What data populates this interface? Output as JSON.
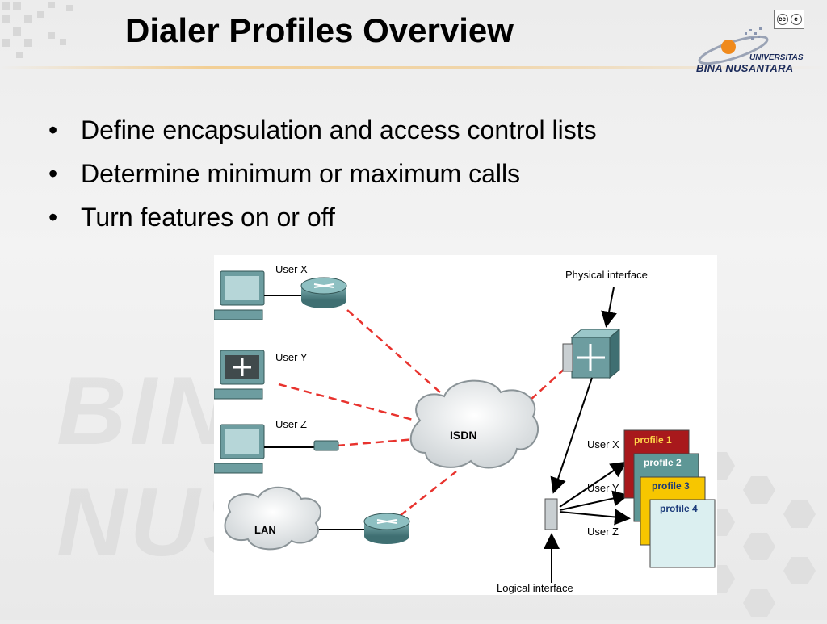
{
  "title": "Dialer Profiles Overview",
  "logo": {
    "line1": "UNIVERSITAS",
    "line2": "BINA NUSANTARA"
  },
  "bullets": [
    "Define encapsulation and access control lists",
    "Determine minimum or maximum calls",
    "Turn features on or off"
  ],
  "diagram": {
    "users": [
      "User X",
      "User Y",
      "User Z"
    ],
    "lan": "LAN",
    "isdn": "ISDN",
    "physical_interface": "Physical interface",
    "logical_interface": "Logical interface",
    "profile_users": [
      "User X",
      "User Y",
      "User Z"
    ],
    "profiles": [
      "profile 1",
      "profile 2",
      "profile 3",
      "profile 4"
    ],
    "colors": {
      "profile1": "#a8191c",
      "profile2": "#5e9796",
      "profile3": "#f7c600",
      "profile4": "#dbeff0",
      "dial_line": "#e8332e",
      "device": "#5d8c8f"
    }
  }
}
